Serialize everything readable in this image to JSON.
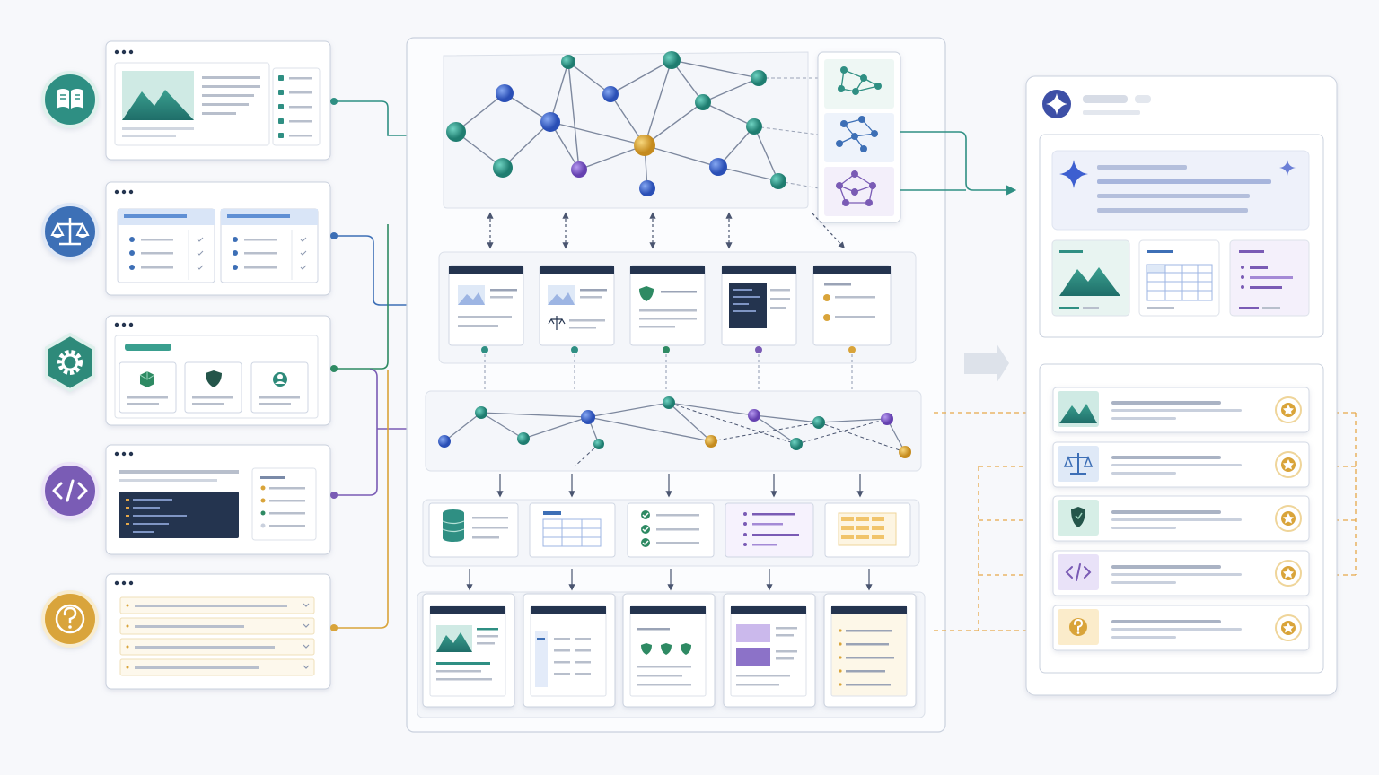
{
  "colors": {
    "teal": "#2f8f83",
    "blue": "#3d6fb6",
    "green": "#2e8a63",
    "purple": "#7a5bb5",
    "gold": "#d9a43a",
    "navy": "#24344f",
    "panel_border": "#c9d0dd",
    "line": "#8c98b0",
    "orange_dash": "#e7a94a"
  },
  "icons": {
    "left_sources": [
      "book-icon",
      "scale-icon",
      "gear-icon",
      "code-icon",
      "question-icon"
    ],
    "output_list": [
      "image-icon",
      "scale-icon",
      "shield-icon",
      "code-icon",
      "question-icon"
    ],
    "output_header": "sparkle-icon",
    "badge": "award-badge-icon"
  },
  "diagram": {
    "left_sources": [
      {
        "kind": "document",
        "accent": "teal"
      },
      {
        "kind": "checklist",
        "accent": "blue"
      },
      {
        "kind": "cards",
        "accent": "green"
      },
      {
        "kind": "code",
        "accent": "purple"
      },
      {
        "kind": "faq",
        "accent": "gold"
      }
    ],
    "hub_column": {
      "knowledge_graph": "network-graph",
      "processed_cards": 5,
      "secondary_graph": "sparse-graph",
      "data_stages": [
        "database",
        "table",
        "checklist",
        "list",
        "grid"
      ],
      "outputs": 5
    },
    "result_panel": {
      "header": "sparkle-header",
      "previews": [
        "image-preview",
        "table-preview",
        "list-preview"
      ],
      "items": 5
    }
  }
}
